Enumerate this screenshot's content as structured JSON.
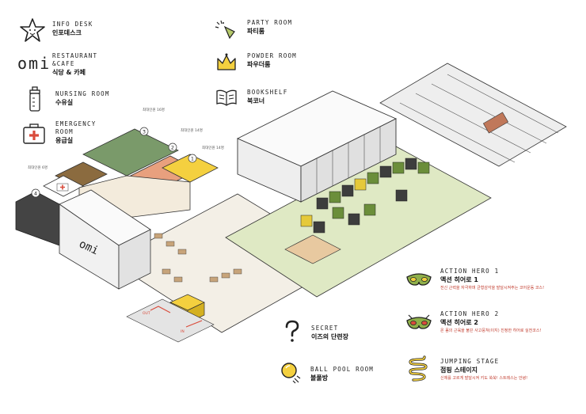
{
  "legend_left": [
    {
      "en": "INFO DESK",
      "ko": "인포데스크",
      "icon": "star-icon"
    },
    {
      "en": "RESTAURANT",
      "en2": "&CAFE",
      "ko": "식당 & 카페",
      "icon": "omi-logo"
    },
    {
      "en": "NURSING ROOM",
      "ko": "수유실",
      "icon": "baby-bottle-icon"
    },
    {
      "en": "EMERGENCY",
      "en2": "ROOM",
      "ko": "응급실",
      "icon": "first-aid-icon"
    }
  ],
  "legend_top": [
    {
      "en": "PARTY ROOM",
      "ko": "파티룸",
      "icon": "party-popper-icon"
    },
    {
      "en": "POWDER ROOM",
      "ko": "파우더룸",
      "icon": "crown-icon"
    },
    {
      "en": "BOOKSHELF",
      "ko": "북코너",
      "icon": "book-icon"
    }
  ],
  "legend_right": [
    {
      "en": "ACTION HERO 1",
      "ko": "액션 히어로 1",
      "desc": "전신 근력을 자극하며 균형감각을 발달시켜주는 코어운동 코스!",
      "icon": "hero-mask-green-icon"
    },
    {
      "en": "ACTION HERO 2",
      "ko": "액션 히어로 2",
      "desc": "온 몸의 근육을 불끈 사고뭉쳐(이지) 진정한 히어로 실전코스!",
      "icon": "hero-mask-red-icon"
    },
    {
      "en": "JUMPING STAGE",
      "ko": "점핑 스테이지",
      "desc": "신체를 고르게 발달시켜 키도 쑥쑥! 스트레스는 안녕!",
      "icon": "spring-icon"
    }
  ],
  "legend_bottom": [
    {
      "en": "SECRET",
      "ko": "이즈의 단련장",
      "icon": "question-mark-icon"
    },
    {
      "en": "BALL POOL ROOM",
      "ko": "볼풀방",
      "icon": "ball-icon"
    }
  ],
  "rooms": [
    {
      "number": "1",
      "capacity": "최대인원 14명"
    },
    {
      "number": "2",
      "capacity": "최대인원 14명"
    },
    {
      "number": "3",
      "capacity": "최대인원 16명"
    },
    {
      "number": "4",
      "capacity": "최대인원 6명"
    }
  ],
  "map_text": {
    "omi_sign": "omi",
    "out_label": "OUT",
    "in_label": "IN"
  },
  "colors": {
    "room_yellow": "#f4d03f",
    "room_salmon": "#e8a07e",
    "room_green": "#7a9a6a",
    "room_brown": "#8b6b3f",
    "room_dark": "#444444",
    "floor_green": "#dfe9c4",
    "accent_red": "#d94b3b"
  }
}
